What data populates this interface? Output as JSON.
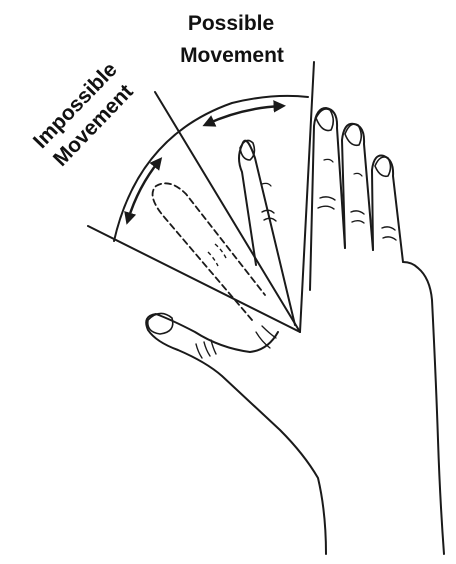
{
  "labels": {
    "possible": {
      "line1": "Possible",
      "line2": "Movement"
    },
    "impossible": {
      "line1": "Impossible",
      "line2": "Movement"
    }
  },
  "colors": {
    "ink": "#1a1a1a",
    "background": "#ffffff"
  }
}
